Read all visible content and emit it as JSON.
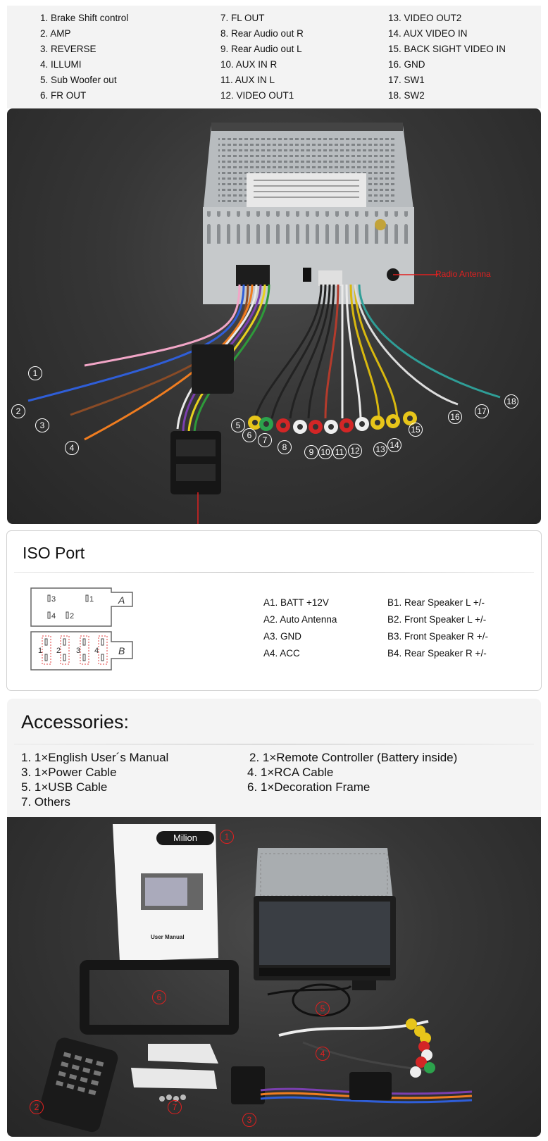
{
  "legend": {
    "col1": [
      "1. Brake Shift control",
      "2. AMP",
      "3. REVERSE",
      "4. ILLUMI",
      "5. Sub Woofer out",
      "6. FR OUT"
    ],
    "col2": [
      "7. FL OUT",
      "8. Rear Audio  out R",
      "9. Rear Audio  out L",
      "10. AUX IN R",
      "11. AUX IN L",
      "12. VIDEO OUT1"
    ],
    "col3": [
      "13. VIDEO OUT2",
      "14. AUX VIDEO IN",
      "15. BACK SIGHT VIDEO IN",
      "16. GND",
      "17. SW1",
      "18. SW2"
    ]
  },
  "wiring": {
    "radio_antenna_label": "Radio Antenna",
    "callouts": [
      "1",
      "2",
      "3",
      "4",
      "5",
      "6",
      "7",
      "8",
      "9",
      "10",
      "11",
      "12",
      "13",
      "14",
      "15",
      "16",
      "17",
      "18"
    ]
  },
  "iso": {
    "title": "ISO Port",
    "connector": {
      "a_label": "A",
      "b_label": "B",
      "pins_a": [
        "3",
        "1",
        "4",
        "2"
      ],
      "pins_b": [
        "1",
        "2",
        "3",
        "4"
      ]
    },
    "a_list": [
      "A1.  BATT +12V",
      "A2.  Auto Antenna",
      "A3.  GND",
      "A4.  ACC"
    ],
    "b_list": [
      "B1.  Rear Speaker L  +/-",
      "B2.  Front Speaker L +/-",
      "B3.  Front Speaker R  +/-",
      "B4.  Rear Speaker R  +/-"
    ]
  },
  "accessories": {
    "title": "Accessories:",
    "items": [
      "1. 1×English User´s Manual",
      "2. 1×Remote Controller (Battery inside)",
      "3. 1×Power Cable",
      "4. 1×RCA Cable",
      "5. 1×USB Cable",
      "6. 1×Decoration Frame",
      "7. Others"
    ]
  },
  "photo": {
    "brand": "Milion",
    "manual_title": "User Manual",
    "callouts": [
      "1",
      "2",
      "3",
      "4",
      "5",
      "6",
      "7"
    ]
  },
  "colors": {
    "accent_red": "#e02020",
    "panel_dark": "#333333"
  }
}
